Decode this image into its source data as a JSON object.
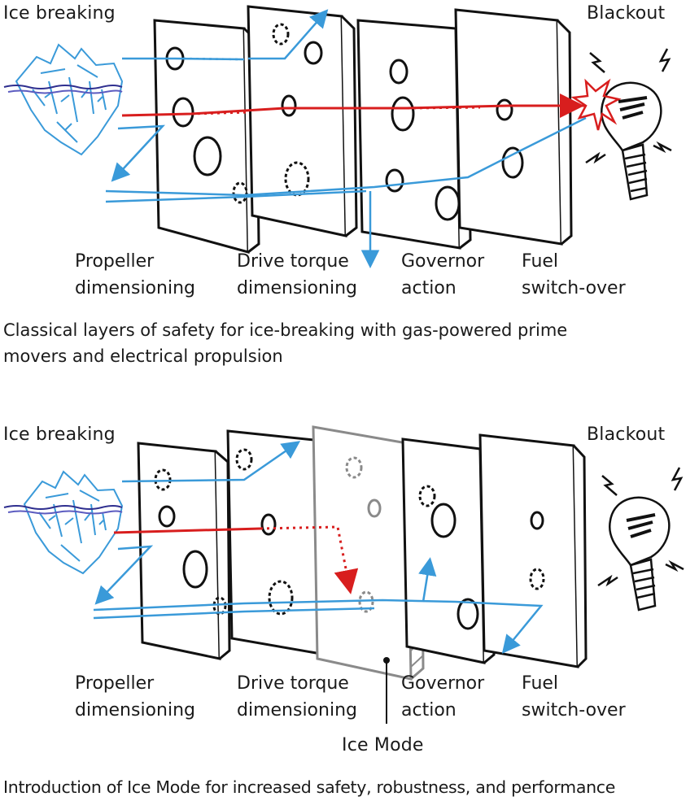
{
  "diagram_1": {
    "start_label": "Ice breaking",
    "end_label": "Blackout",
    "layers": [
      {
        "line1": "Propeller",
        "line2": "dimensioning"
      },
      {
        "line1": "Drive torque",
        "line2": "dimensioning"
      },
      {
        "line1": "Governor",
        "line2": "action"
      },
      {
        "line1": "Fuel",
        "line2": "switch-over"
      }
    ],
    "caption_line1": "Classical layers of safety for ice-breaking with gas-powered prime",
    "caption_line2": "movers and electrical propulsion"
  },
  "diagram_2": {
    "start_label": "Ice breaking",
    "end_label": "Blackout",
    "layers": [
      {
        "line1": "Propeller",
        "line2": "dimensioning"
      },
      {
        "line1": "Drive torque",
        "line2": "dimensioning"
      },
      {
        "line1": "Governor",
        "line2": "action"
      },
      {
        "line1": "Fuel",
        "line2": "switch-over"
      }
    ],
    "inserted_layer_label": "Ice Mode",
    "caption": "Introduction of Ice Mode for increased safety, robustness, and performance"
  },
  "colors": {
    "ink": "#111111",
    "threat_red": "#d81e1e",
    "flow_blue": "#3a9ad9",
    "ice_mode_gray": "#8a8a8a",
    "wave_navy": "#2f2f8f"
  }
}
